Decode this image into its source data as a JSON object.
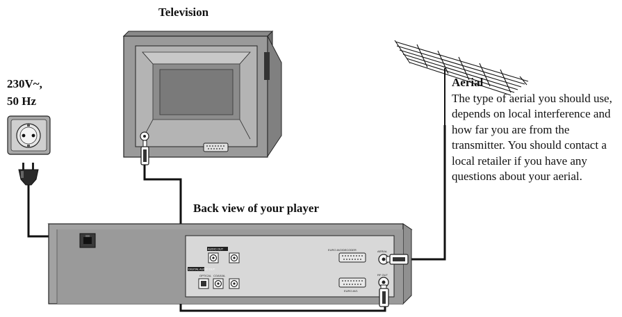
{
  "labels": {
    "television": "Television",
    "power_line1": "230V~,",
    "power_line2": "50 Hz",
    "back_view": "Back view of your player",
    "aerial_title": "Aerial",
    "aerial_text": "The type of aerial you should use, depends on local interference and how far you are from the transmitter. You should contact a local retailer if you have any questions about your aerial."
  },
  "player_panel_labels": {
    "euro_av2": "EURO AV2/DECODER",
    "euro_av1": "EURO AV1",
    "aerial_in": "AERIAL",
    "rf_out": "RF OUT",
    "audio_out": "AUDIO OUT",
    "digital_out": "DIGITAL AUDIO OUT",
    "optical": "OPTICAL",
    "coaxial": "COAXIAL"
  }
}
